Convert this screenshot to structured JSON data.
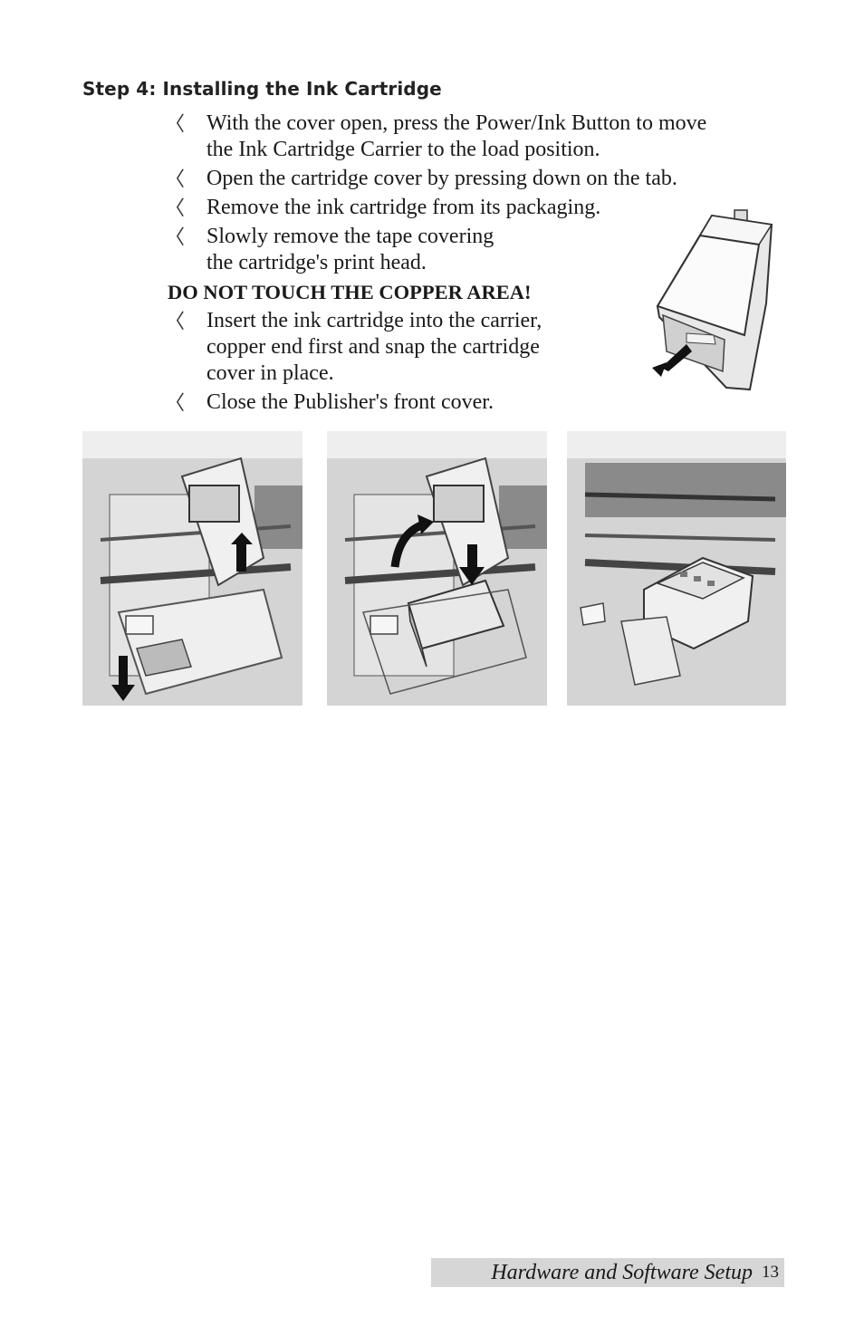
{
  "heading": "Step 4: Installing the Ink Cartridge",
  "bullet_glyph": "〈",
  "steps": [
    {
      "lines": [
        "With the cover open, press the Power/Ink Button to move",
        "the Ink Cartridge Carrier to the load position."
      ]
    },
    {
      "lines": [
        "Open the cartridge cover by pressing down on the tab."
      ]
    },
    {
      "lines": [
        "Remove the ink cartridge from its packaging."
      ]
    },
    {
      "lines": [
        "Slowly remove the tape covering",
        "the cartridge's print head."
      ]
    },
    {
      "lines": [
        "Insert the ink cartridge into the carrier,",
        "copper end first and snap the cartridge",
        "cover in place."
      ]
    },
    {
      "lines": [
        "Close the Publisher's front cover."
      ]
    }
  ],
  "warning": "DO NOT TOUCH THE COPPER AREA!",
  "footer": {
    "title": "Hardware and Software Setup",
    "page": "13"
  }
}
